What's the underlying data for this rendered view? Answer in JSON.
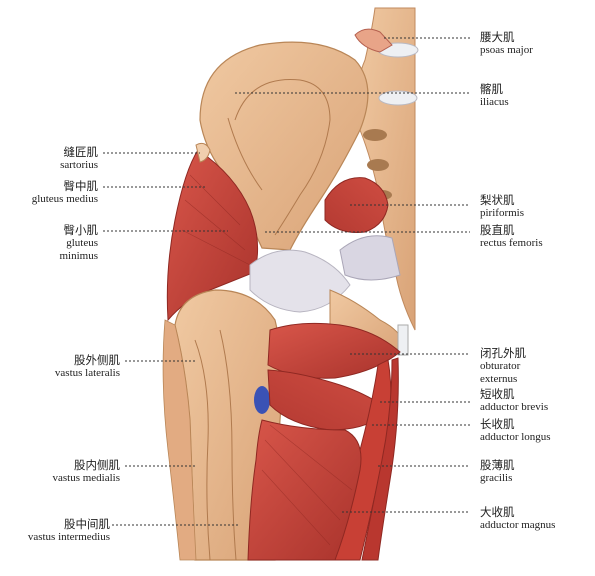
{
  "colors": {
    "bone": "#e7b98e",
    "bone_shadow": "#cf9a6c",
    "muscle": "#c8473d",
    "muscle_dark": "#9d2c26",
    "tendon": "#d6d3da",
    "leader": "#333333"
  },
  "labels": [
    {
      "id": "psoas-major",
      "zh": "腰大肌",
      "en": [
        "psoas major"
      ]
    },
    {
      "id": "iliacus",
      "zh": "髂肌",
      "en": [
        "iliacus"
      ]
    },
    {
      "id": "sartorius",
      "zh": "缝匠肌",
      "en": [
        "sartorius"
      ]
    },
    {
      "id": "gluteus-medius",
      "zh": "臀中肌",
      "en": [
        "gluteus medius"
      ]
    },
    {
      "id": "piriformis",
      "zh": "梨状肌",
      "en": [
        "piriformis"
      ]
    },
    {
      "id": "gluteus-minimus",
      "zh": "臀小肌",
      "en": [
        "gluteus",
        "minimus"
      ]
    },
    {
      "id": "rectus-femoris",
      "zh": "股直肌",
      "en": [
        "rectus femoris"
      ]
    },
    {
      "id": "vastus-lateralis",
      "zh": "股外侧肌",
      "en": [
        "vastus lateralis"
      ]
    },
    {
      "id": "obturator-externus",
      "zh": "闭孔外肌",
      "en": [
        "obturator",
        "externus"
      ]
    },
    {
      "id": "adductor-brevis",
      "zh": "短收肌",
      "en": [
        "adductor brevis"
      ]
    },
    {
      "id": "adductor-longus",
      "zh": "长收肌",
      "en": [
        "adductor longus"
      ]
    },
    {
      "id": "vastus-medialis",
      "zh": "股内侧肌",
      "en": [
        "vastus medialis"
      ]
    },
    {
      "id": "gracilis",
      "zh": "股薄肌",
      "en": [
        "gracilis"
      ]
    },
    {
      "id": "adductor-magnus",
      "zh": "大收肌",
      "en": [
        "adductor magnus"
      ]
    },
    {
      "id": "vastus-intermedius",
      "zh": "股中间肌",
      "en": [
        "vastus intermedius"
      ]
    }
  ]
}
